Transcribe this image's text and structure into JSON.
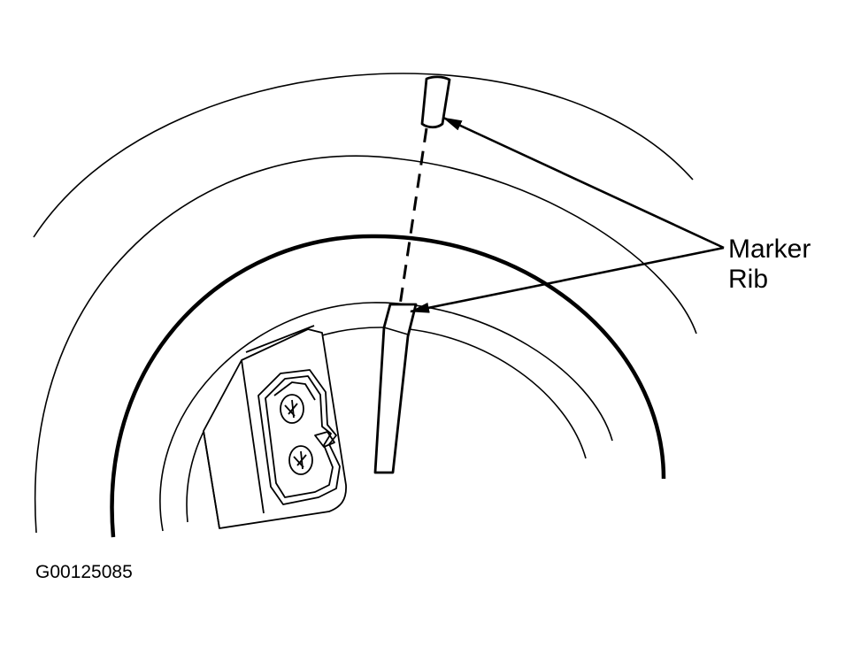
{
  "callout": {
    "line1": "Marker",
    "line2": "Rib"
  },
  "figure_id": "G00125085",
  "colors": {
    "ink": "#000000",
    "paper": "#ffffff"
  }
}
